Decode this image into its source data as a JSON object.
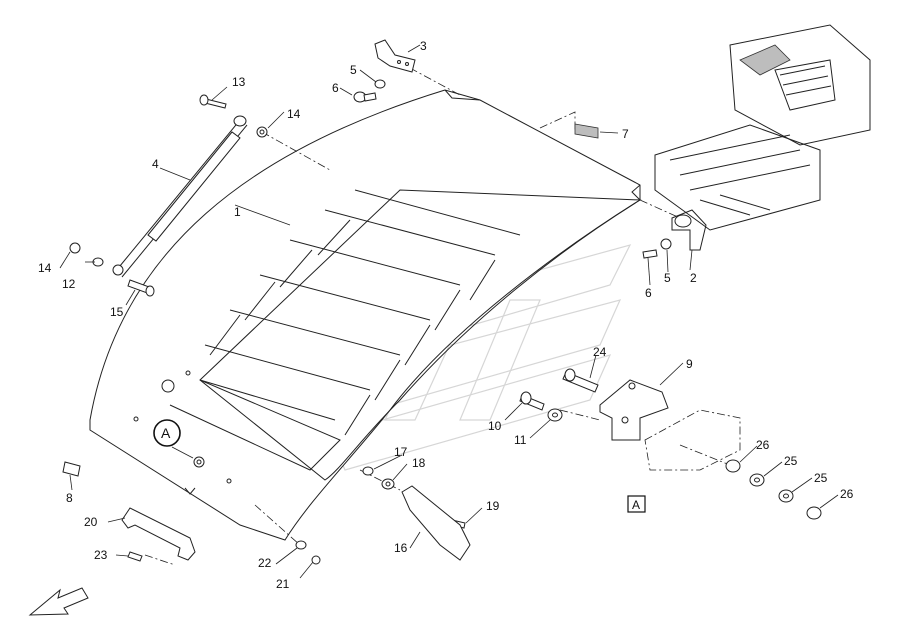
{
  "callouts": [
    {
      "id": "c1",
      "text": "1"
    },
    {
      "id": "c2",
      "text": "2"
    },
    {
      "id": "c3",
      "text": "3"
    },
    {
      "id": "c4",
      "text": "4"
    },
    {
      "id": "c5a",
      "text": "5"
    },
    {
      "id": "c5b",
      "text": "5"
    },
    {
      "id": "c6a",
      "text": "6"
    },
    {
      "id": "c6b",
      "text": "6"
    },
    {
      "id": "c7",
      "text": "7"
    },
    {
      "id": "c8",
      "text": "8"
    },
    {
      "id": "c9",
      "text": "9"
    },
    {
      "id": "c10",
      "text": "10"
    },
    {
      "id": "c11",
      "text": "11"
    },
    {
      "id": "c12",
      "text": "12"
    },
    {
      "id": "c13",
      "text": "13"
    },
    {
      "id": "c14a",
      "text": "14"
    },
    {
      "id": "c14b",
      "text": "14"
    },
    {
      "id": "c15",
      "text": "15"
    },
    {
      "id": "c16",
      "text": "16"
    },
    {
      "id": "c17",
      "text": "17"
    },
    {
      "id": "c18",
      "text": "18"
    },
    {
      "id": "c19",
      "text": "19"
    },
    {
      "id": "c20",
      "text": "20"
    },
    {
      "id": "c21",
      "text": "21"
    },
    {
      "id": "c22",
      "text": "22"
    },
    {
      "id": "c23",
      "text": "23"
    },
    {
      "id": "c24",
      "text": "24"
    },
    {
      "id": "c25a",
      "text": "25"
    },
    {
      "id": "c25b",
      "text": "25"
    },
    {
      "id": "c26a",
      "text": "26"
    },
    {
      "id": "c26b",
      "text": "26"
    }
  ],
  "detail_marker": "A",
  "detail_box_label": "A"
}
